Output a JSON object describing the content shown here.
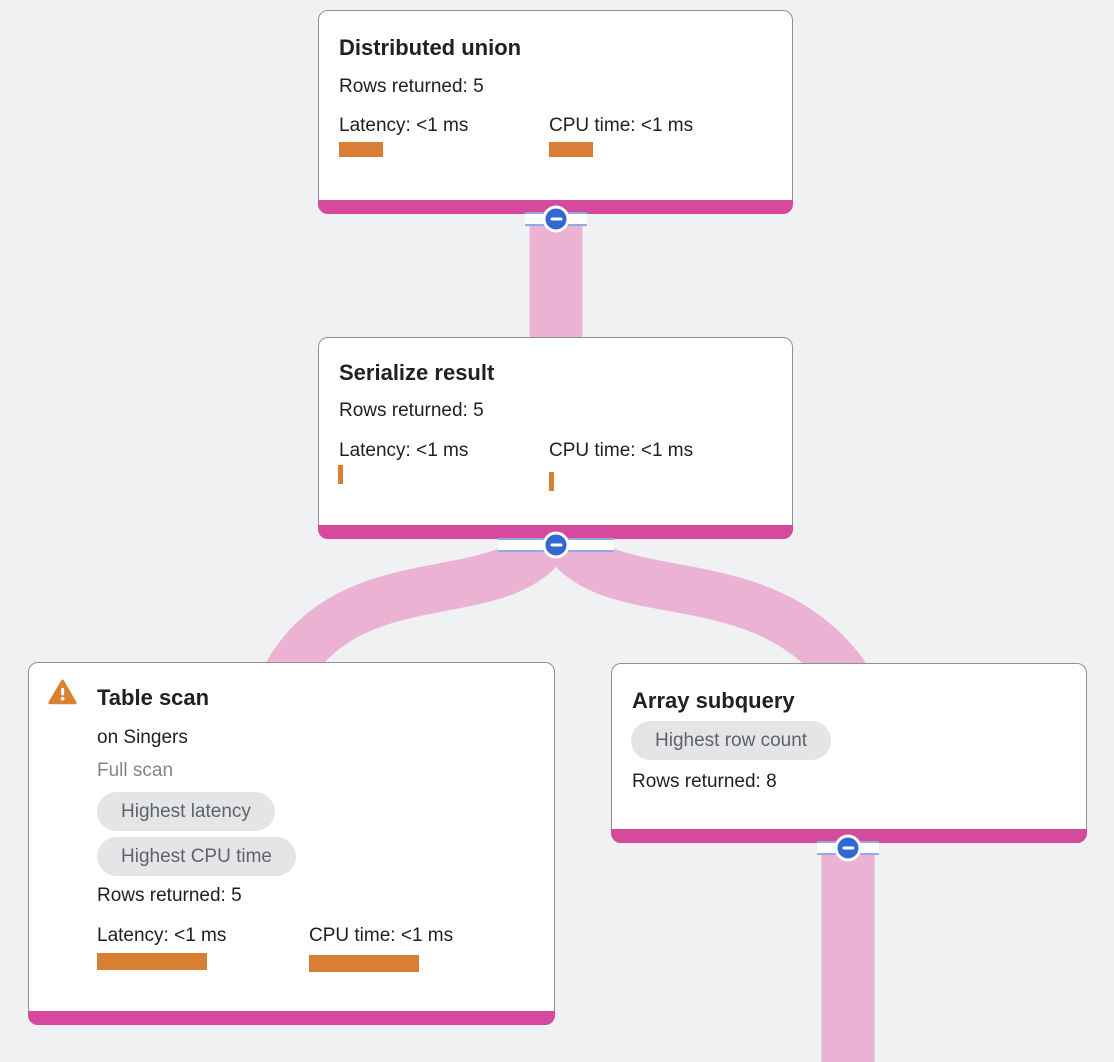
{
  "palette": {
    "background": "#f0f1f3",
    "card_border": "#8e9297",
    "footer_pink": "#d6499c",
    "connector_pink": "#ecb2d4",
    "metric_bar_orange": "#d87f33",
    "toggle_blue": "#3168d4",
    "toggle_rail_blue": "#8fa9e6",
    "badge_bg": "#e4e5e7",
    "badge_text": "#5f6368",
    "text_primary": "#202124",
    "text_secondary": "#80868b",
    "warning_orange": "#d9822f"
  },
  "icons": {
    "collapse": "minus-icon",
    "warning": "warning-triangle-icon"
  },
  "nodes": {
    "distributed_union": {
      "title": "Distributed union",
      "rows_returned": "Rows returned: 5",
      "latency": {
        "label": "Latency: <1 ms",
        "bar_style": "width:44px;height:15px"
      },
      "cpu": {
        "label": "CPU time: <1 ms",
        "bar_style": "width:44px;height:15px"
      }
    },
    "serialize_result": {
      "title": "Serialize result",
      "rows_returned": "Rows returned: 5",
      "latency": {
        "label": "Latency: <1 ms",
        "bar_style": "width:5px;height:19px"
      },
      "cpu": {
        "label": "CPU time: <1 ms",
        "bar_style": "width:5px;height:19px"
      }
    },
    "table_scan": {
      "title": "Table scan",
      "subtitle": "on Singers",
      "note": "Full scan",
      "badges": [
        "Highest latency",
        "Highest CPU time"
      ],
      "rows_returned": "Rows returned: 5",
      "latency": {
        "label": "Latency: <1 ms",
        "bar_style": "width:110px;height:17px"
      },
      "cpu": {
        "label": "CPU time: <1 ms",
        "bar_style": "width:110px;height:17px"
      }
    },
    "array_subquery": {
      "title": "Array subquery",
      "badges": [
        "Highest row count"
      ],
      "rows_returned": "Rows returned: 8"
    }
  }
}
